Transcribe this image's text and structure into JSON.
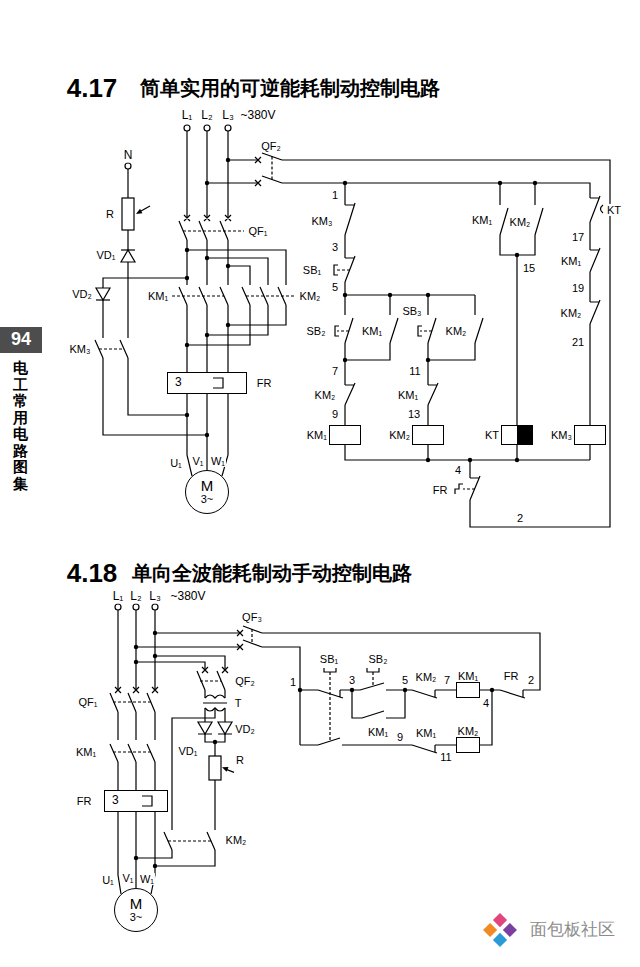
{
  "diagram": {
    "nodes": [
      {
        "text": [
          "94"
        ]
      },
      {
        "text": [
          "3"
        ]
      },
      {
        "text": [
          "M",
          "3~"
        ]
      },
      {
        "text": [
          "KM₁"
        ]
      },
      {
        "text": [
          "KM₂"
        ]
      },
      {
        "text": [
          "KT"
        ]
      },
      {
        "text": [
          "KM₃"
        ]
      },
      {
        "text": [
          "3"
        ]
      },
      {
        "text": [
          "M",
          "3~"
        ]
      },
      {
        "text": [
          "KM₁"
        ]
      },
      {
        "text": [
          "KM₂"
        ]
      }
    ],
    "edges": [
      {
        "from": 1,
        "to": 2,
        "arrow": "none"
      },
      {
        "from": 7,
        "to": 8,
        "arrow": "none"
      }
    ],
    "labels": [
      "4.17",
      "简单实用的可逆能耗制动控制电路",
      "L₁",
      "L₂",
      "L₃",
      "~380V",
      "QF₂",
      "N",
      "R",
      "VD₁",
      "VD₂",
      "KM₃",
      "QF₁",
      "KM₁",
      "KM₂",
      "FR",
      "U₁",
      "V₁",
      "W₁",
      "1",
      "KM₃",
      "3",
      "SB₁",
      "5",
      "SB₂",
      "KM₁",
      "SB₃",
      "KM₂",
      "7",
      "11",
      "KM₂",
      "KM₁",
      "9",
      "13",
      "4",
      "FR",
      "2",
      "KM₁",
      "KM₂",
      "15",
      "KT",
      "17",
      "KM₁",
      "19",
      "KM₂",
      "21",
      "电工常用电路图集",
      "4.18",
      "单向全波能耗制动手动控制电路",
      "L₁",
      "L₂",
      "L₃",
      "~380V",
      "QF₃",
      "QF₁",
      "QF₂",
      "T",
      "VD₁",
      "VD₂",
      "R",
      "KM₁",
      "FR",
      "KM₂",
      "U₁",
      "V₁",
      "W₁",
      "1",
      "SB₁",
      "3",
      "SB₂",
      "5",
      "KM₂",
      "7",
      "4",
      "FR",
      "2",
      "KM₁",
      "9",
      "KM₁",
      "11",
      "面包板社区"
    ]
  }
}
